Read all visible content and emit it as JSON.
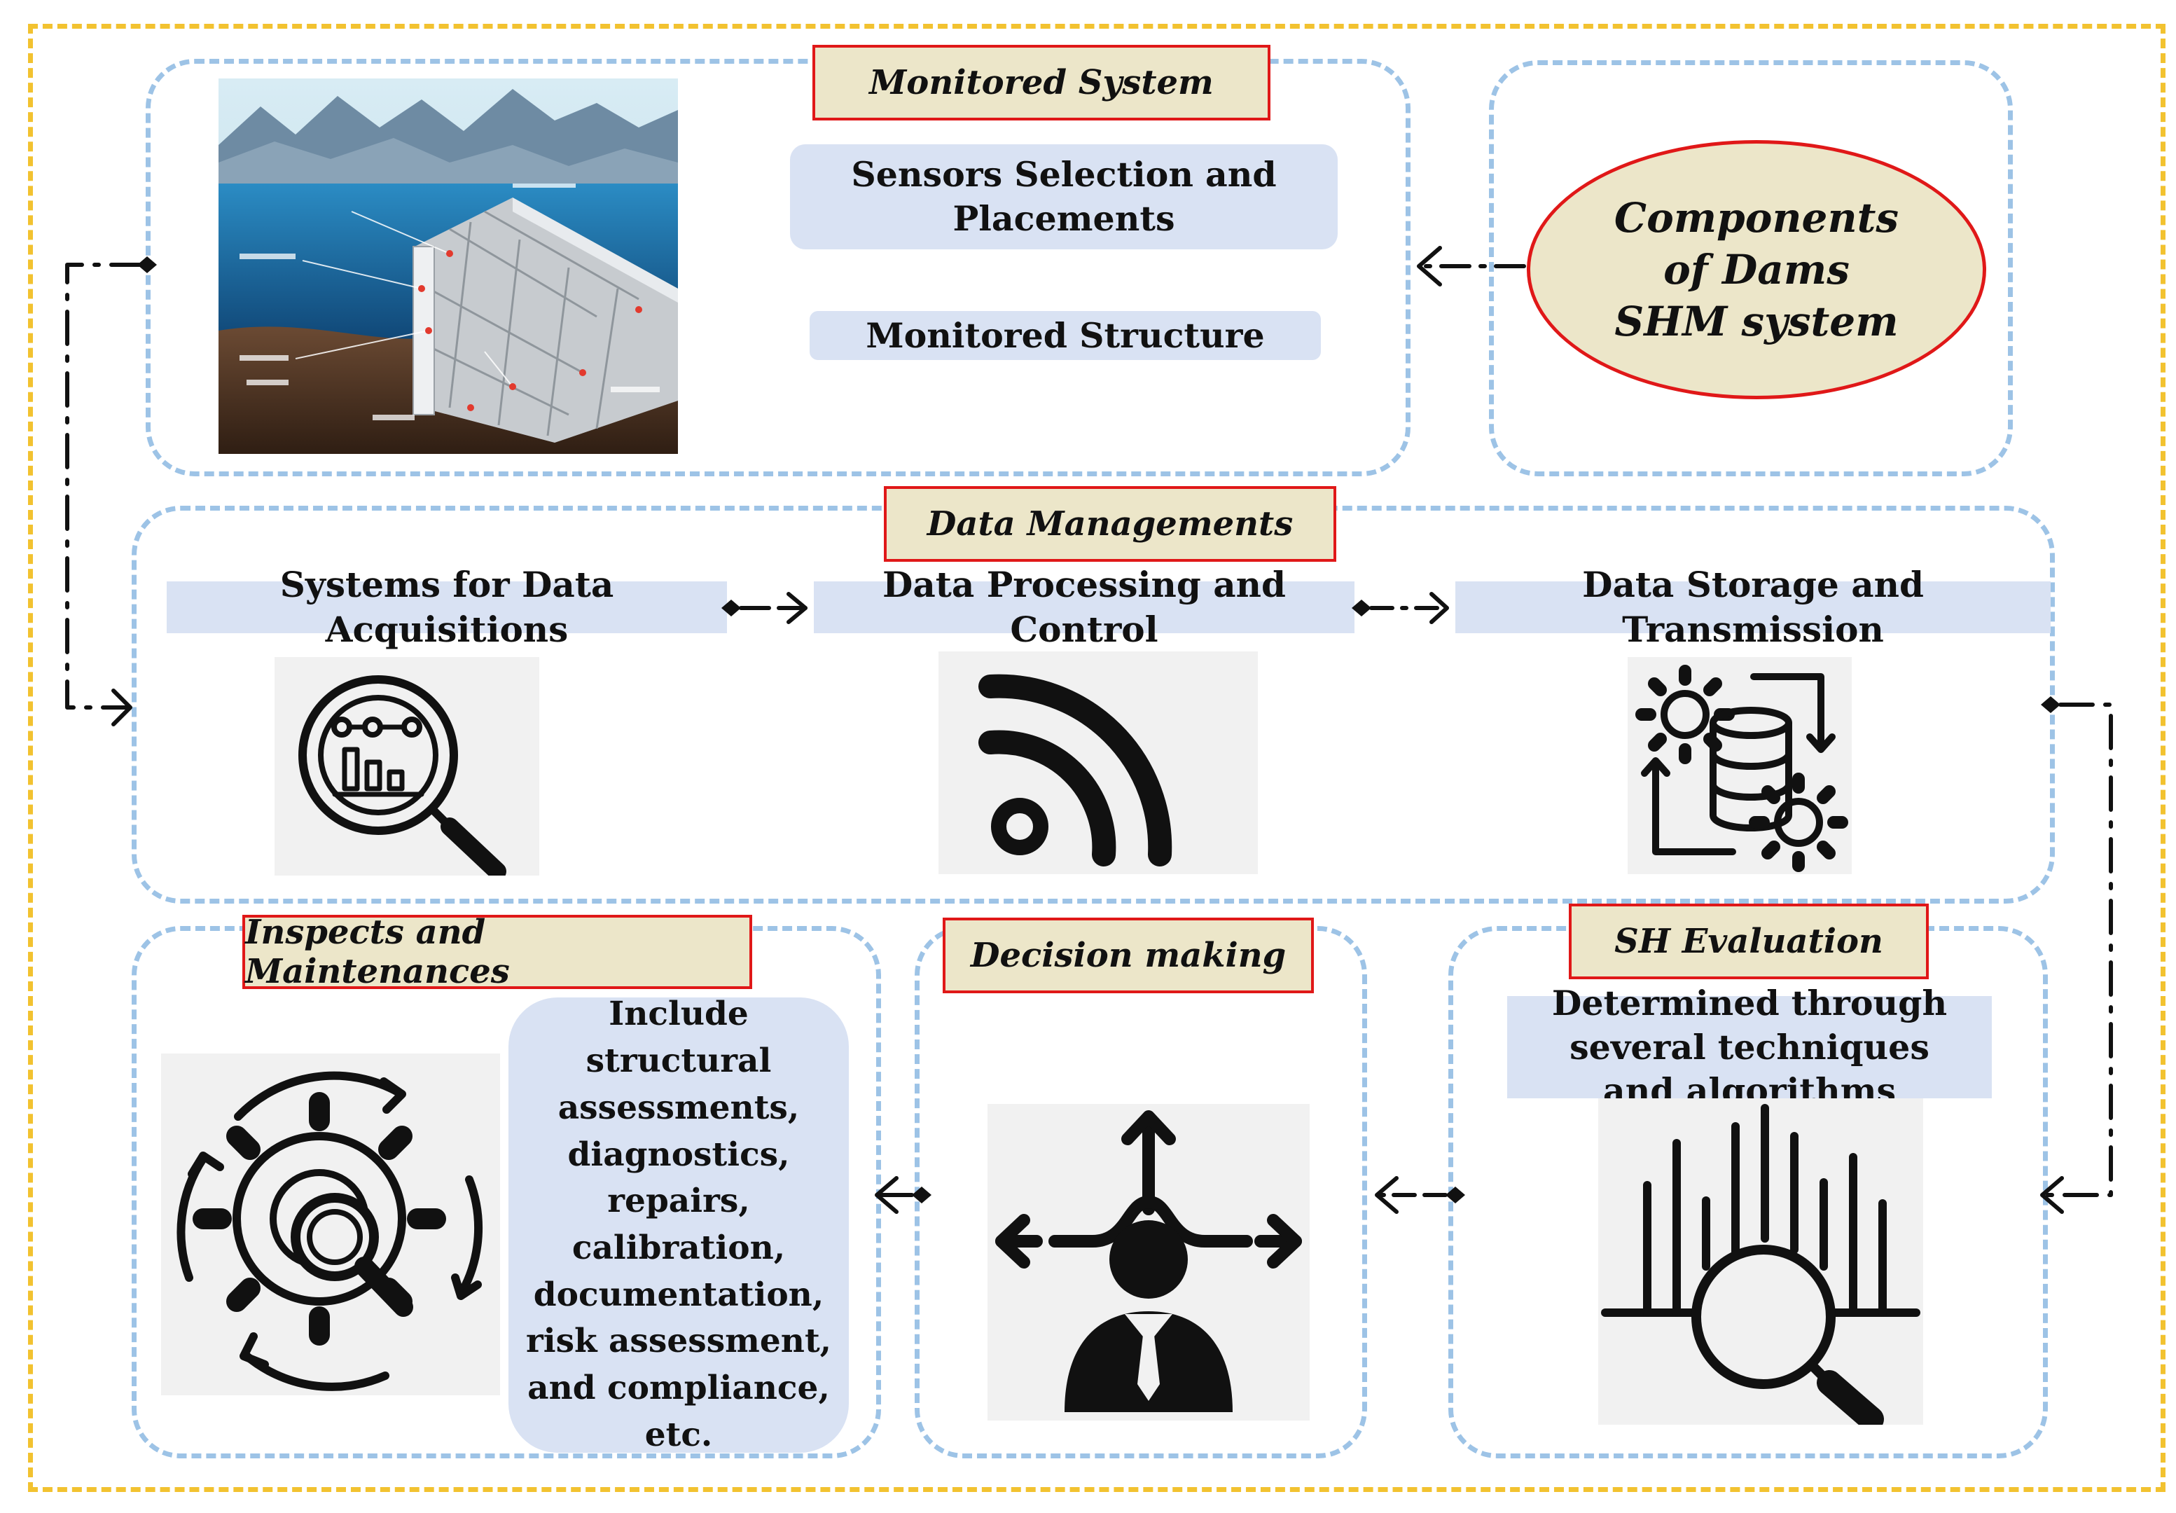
{
  "diagram": {
    "central": {
      "label": "Components of Dams SHM system"
    },
    "monitored_system": {
      "title": "Monitored System",
      "items": [
        "Sensors Selection and Placements",
        "Monitored Structure"
      ]
    },
    "data_management": {
      "title": "Data Managements",
      "steps": [
        "Systems for Data Acquisitions",
        "Data Processing and Control",
        "Data Storage and Transmission"
      ]
    },
    "sh_evaluation": {
      "title": "SH Evaluation",
      "description": "Determined through several techniques and algorithms"
    },
    "decision_making": {
      "title": "Decision making"
    },
    "inspects_maintenances": {
      "title": "Inspects and Maintenances",
      "description": "Include structural assessments, diagnostics, repairs, calibration, documentation, risk assessment, and compliance, etc."
    }
  },
  "colors": {
    "outer_border": "#f2c230",
    "group_border": "#9dc3e6",
    "title_fill": "#ece6c9",
    "title_border": "#e01818",
    "label_fill": "#d9e2f3",
    "icon_stroke": "#111111"
  },
  "icons": [
    "dam-illustration",
    "analytics-magnifier-icon",
    "wifi-signal-icon",
    "database-gears-icon",
    "data-analysis-magnifier-icon",
    "decision-person-arrows-icon",
    "maintenance-gear-magnifier-icon"
  ]
}
